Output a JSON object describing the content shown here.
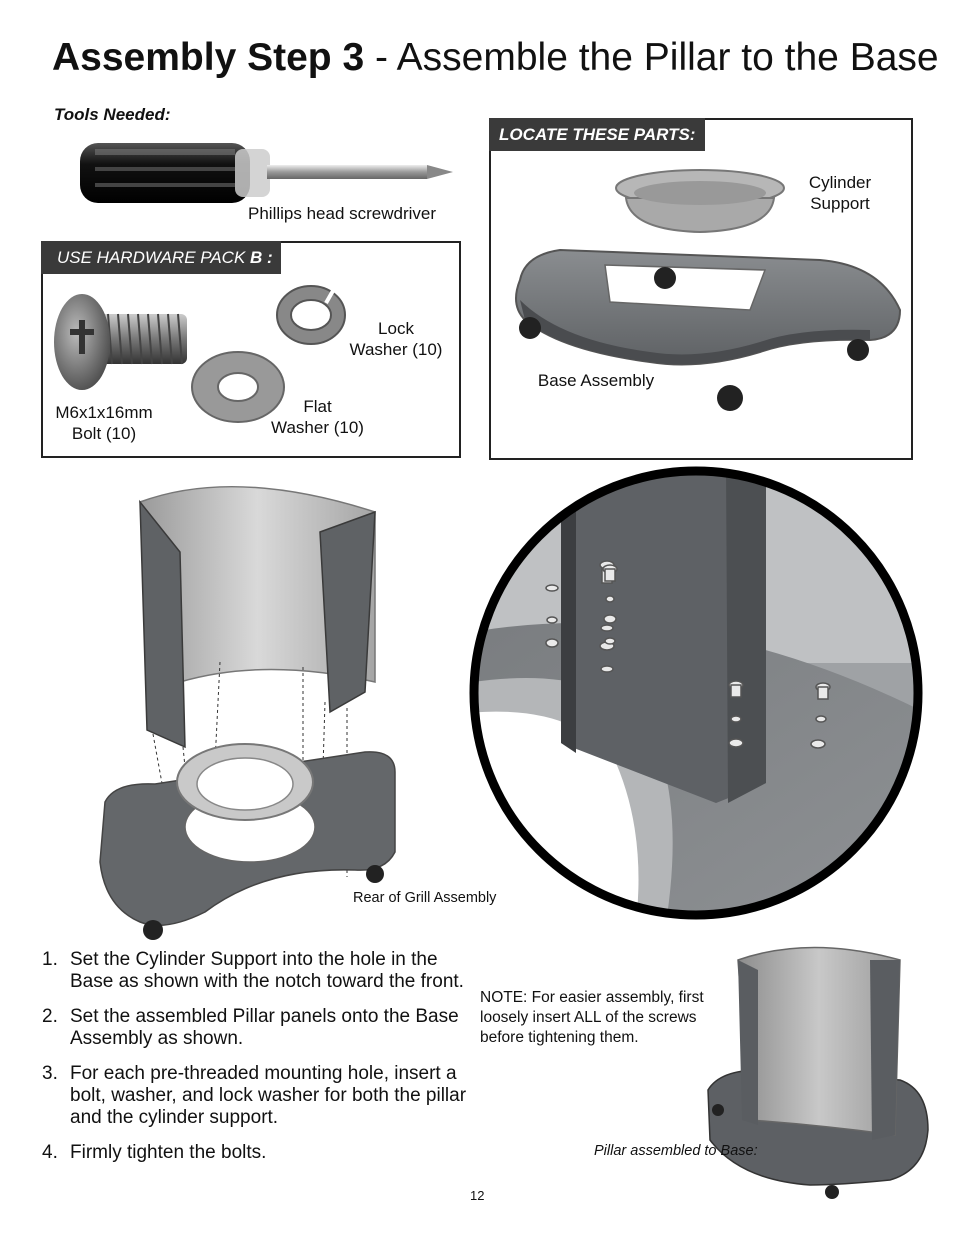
{
  "header": {
    "title_bold": "Assembly Step 3",
    "title_rest": " - Assemble the Pillar to the Base"
  },
  "tools": {
    "label": "Tools Needed:",
    "screwdriver_caption": "Phillips head screwdriver"
  },
  "hardware": {
    "tab_text": "USE HARDWARE PACK ",
    "tab_bold": "B :",
    "bolt": "M6x1x16mm\nBolt (10)",
    "flat_washer": "Flat\nWasher (10)",
    "lock_washer": "Lock\nWasher (10)"
  },
  "parts": {
    "tab_text": "LOCATE THESE PARTS:",
    "cylinder_support": "Cylinder\nSupport",
    "base_assembly": "Base Assembly"
  },
  "diagram": {
    "rear_caption": "Rear of Grill Assembly"
  },
  "steps": [
    {
      "num": "1.",
      "text": "Set the Cylinder Support into the hole in the Base as shown with the notch toward the front."
    },
    {
      "num": "2.",
      "text": "Set the assembled Pillar panels onto the Base Assembly as shown."
    },
    {
      "num": "3.",
      "text": "For each pre-threaded mounting hole, insert a bolt, washer, and lock washer for both the pillar and the cylinder support."
    },
    {
      "num": "4.",
      "text": "Firmly tighten the bolts."
    }
  ],
  "note": "NOTE: For easier assembly, first loosely insert ALL of the screws before tightening them.",
  "assembled_caption": "Pillar assembled to Base:",
  "page_number": "12"
}
